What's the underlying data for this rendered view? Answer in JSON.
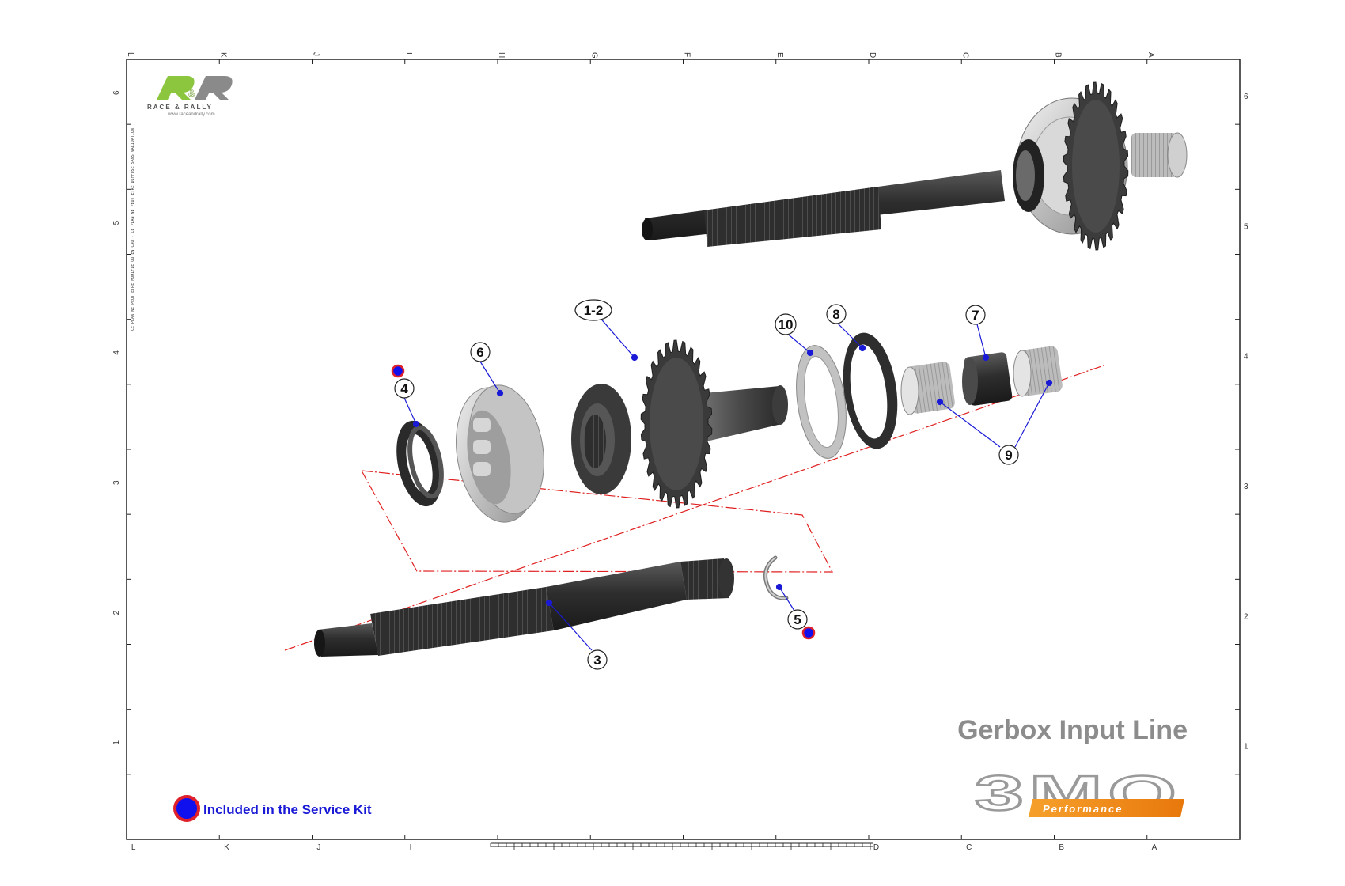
{
  "border": {
    "columns_top": [
      "L",
      "K",
      "J",
      "I",
      "H",
      "G",
      "F",
      "E",
      "D",
      "C",
      "B",
      "A"
    ],
    "columns_bottom": [
      "L",
      "K",
      "J",
      "I",
      "D",
      "C",
      "B",
      "A"
    ],
    "rows_left": [
      "6",
      "5",
      "4",
      "3",
      "2",
      "1"
    ],
    "rows_right": [
      "6",
      "5",
      "4",
      "3",
      "2",
      "1"
    ],
    "side_note": "CE PLAN NE PEUT ETRE MODIFIE QU'EN CAO - CE PLAN NE PEUT ETRE DIFFUSE SANS VALIDATION"
  },
  "logo": {
    "mark": "R&R",
    "subtitle": "RACE & RALLY",
    "url": "www.raceandrally.com",
    "color": "#8cc63f"
  },
  "title": "Gerbox Input Line",
  "brand": {
    "mark": "3MO",
    "tagline": "Performance",
    "accent_color": "#f7941d"
  },
  "legend": {
    "label": "Included in the Service Kit",
    "dot_fill": "#1010ee",
    "dot_ring": "#e0202a"
  },
  "callouts": {
    "c1": "1-2",
    "c3": "3",
    "c4": "4",
    "c5": "5",
    "c6": "6",
    "c7": "7",
    "c8": "8",
    "c9": "9",
    "c10": "10"
  },
  "service_kit_parts": [
    "4",
    "5"
  ],
  "colors": {
    "axis": "#e02020",
    "leader": "#1a1ad6",
    "part_dark": "#3a3a3a",
    "part_light": "#c8c8c8"
  }
}
